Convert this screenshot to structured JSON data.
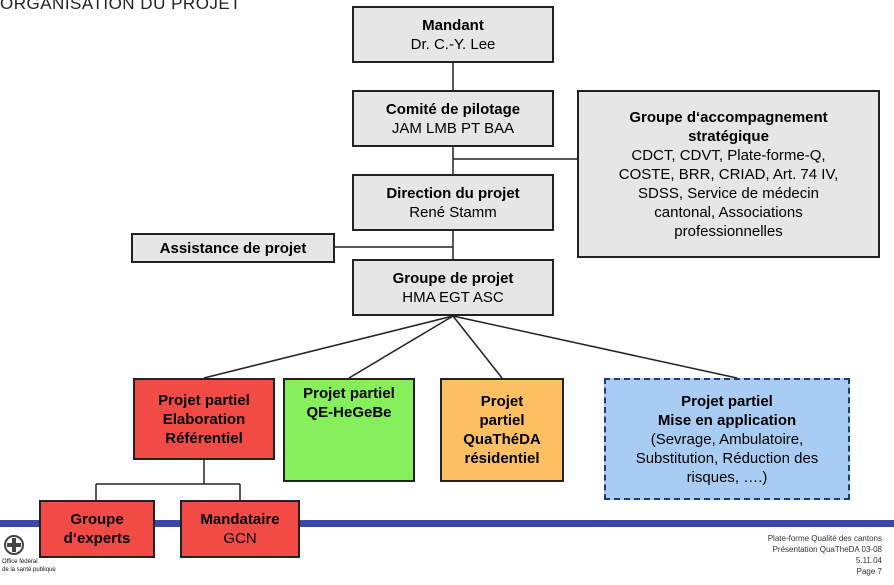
{
  "title": "ORGANISATION DU PROJET",
  "nodes": {
    "mandant": {
      "title": "Mandant",
      "sub": "Dr. C.-Y. Lee"
    },
    "comite": {
      "title": "Comité de pilotage",
      "sub": "JAM LMB PT BAA"
    },
    "direction": {
      "title": "Direction du projet",
      "sub": "René Stamm"
    },
    "assistance": {
      "title": "Assistance de projet"
    },
    "groupe_accomp": {
      "title_1": "Groupe d‘accompagnement",
      "title_2": "stratégique",
      "lines": [
        "CDCT, CDVT, Plate-forme-Q,",
        "COSTE, BRR, CRIAD, Art. 74 IV,",
        "SDSS, Service de médecin",
        "cantonal, Associations",
        "professionnelles"
      ]
    },
    "groupe_projet": {
      "title": "Groupe de projet",
      "sub": "HMA EGT ASC"
    },
    "pp_elab": {
      "lines": [
        "Projet partiel",
        "Elaboration",
        "Référentiel"
      ]
    },
    "pp_qe": {
      "lines": [
        "Projet partiel",
        "QE-HeGeBe"
      ]
    },
    "pp_quathe": {
      "lines": [
        "Projet",
        "partiel",
        "QuaThéDA",
        "résidentiel"
      ]
    },
    "pp_mise": {
      "title_lines": [
        "Projet partiel",
        "Mise en application"
      ],
      "lines": [
        "(Sevrage, Ambulatoire,",
        "Substitution, Réduction des",
        "risques, ….)"
      ]
    },
    "groupe_experts": {
      "lines": [
        "Groupe",
        "d‘experts"
      ]
    },
    "mandataire": {
      "title": "Mandataire",
      "sub": "GCN"
    }
  },
  "footer": {
    "lines": [
      "Plate-forme Qualité des cantons",
      "Présentation QuaTheDA 03-08",
      "5.11.04",
      "Page 7"
    ],
    "office_lines": [
      "Office fédéral",
      "de la santé publique"
    ]
  },
  "colors": {
    "grey_box": "#e6e6e6",
    "red_box": "#f24b45",
    "green_box": "#86f05c",
    "orange_box": "#fcc063",
    "blue_box": "#a9cdf2",
    "footer_bar": "#3d47a8"
  }
}
